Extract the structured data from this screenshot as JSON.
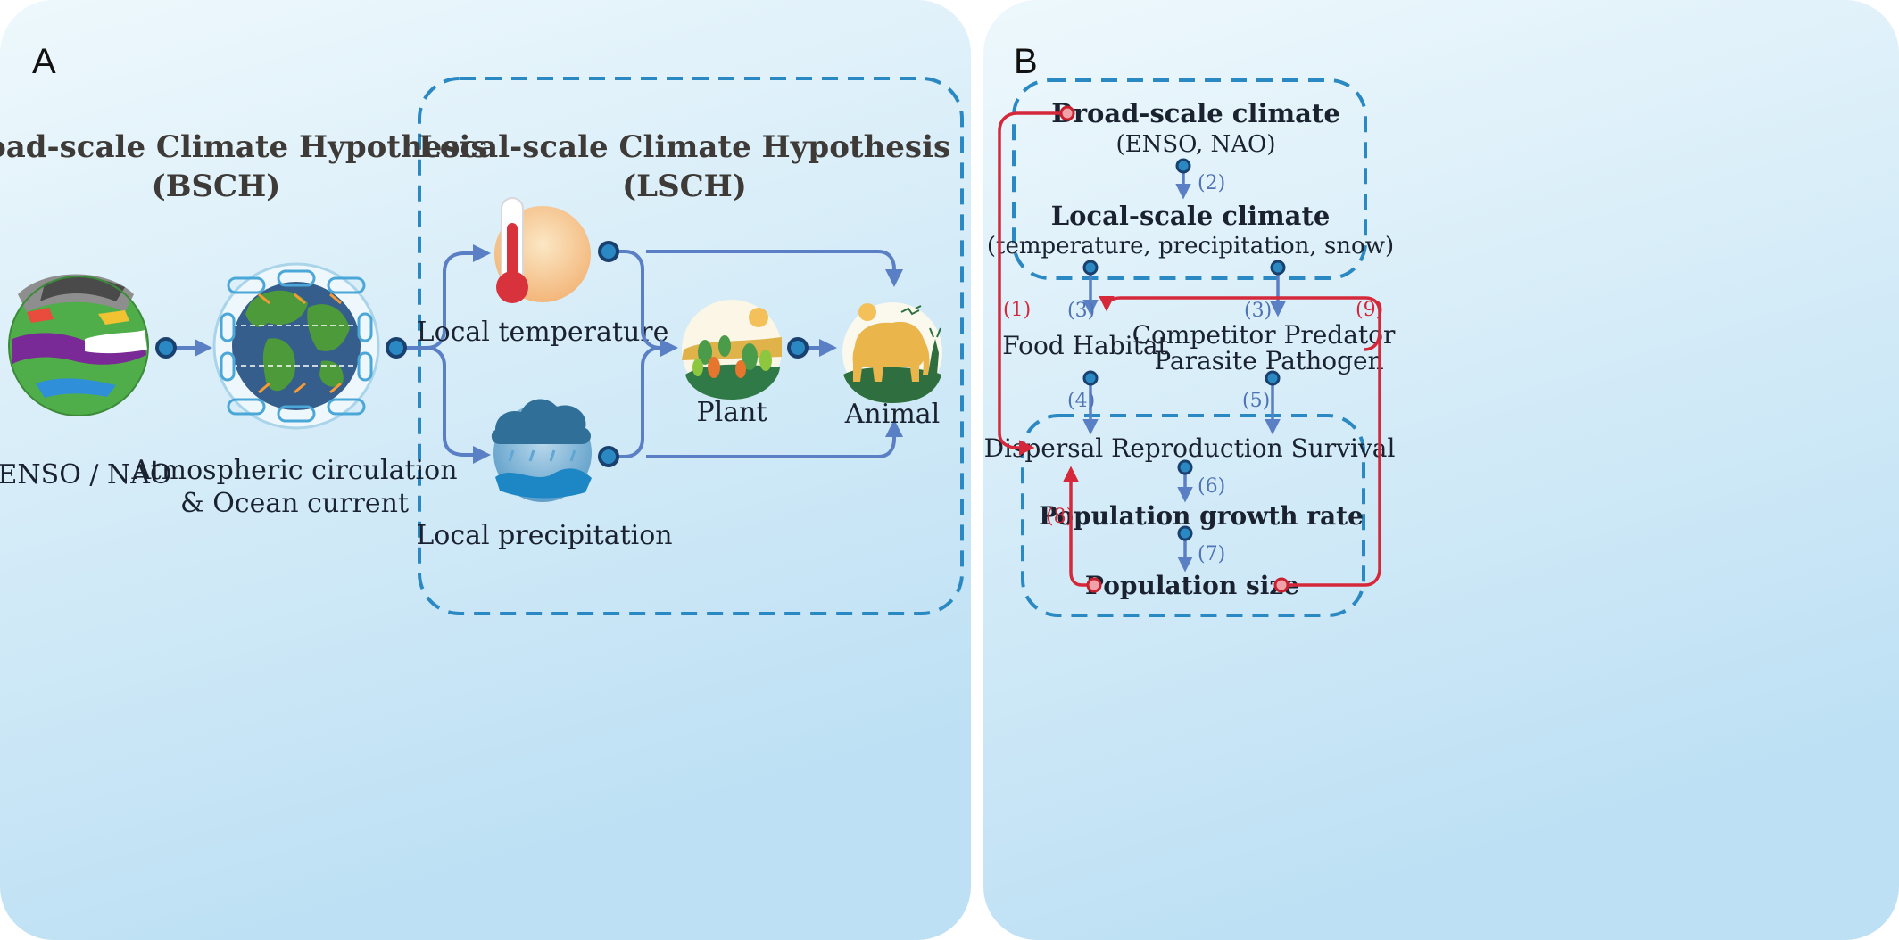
{
  "panel_a": {
    "letter": "A",
    "bsch_title_1": "Broad-scale Climate Hypothesis",
    "bsch_title_2": "(BSCH)",
    "lsch_title_1": "Local-scale Climate Hypothesis",
    "lsch_title_2": "(LSCH)",
    "enso_nao": "ENSO / NAO",
    "atmo_1": "Atmospheric circulation",
    "atmo_2": "& Ocean current",
    "local_temperature": "Local temperature",
    "local_precipitation": "Local precipitation",
    "plant": "Plant",
    "animal": "Animal"
  },
  "panel_b": {
    "letter": "B",
    "broad_scale": "Broad-scale climate",
    "broad_sub": "(ENSO, NAO)",
    "local_scale": "Local-scale climate",
    "local_sub": "(temperature, precipitation, snow)",
    "food_habitat": "Food  Habitat",
    "competitor_predator": "Competitor  Predator",
    "parasite_pathogen": "Parasite  Pathogen",
    "dispersal_row": "Dispersal  Reproduction  Survival",
    "growth_rate": "Population growth rate",
    "population_size": "Population size",
    "n1": "(1)",
    "n2": "(2)",
    "n3a": "(3)",
    "n3b": "(3)",
    "n4": "(4)",
    "n5": "(5)",
    "n6": "(6)",
    "n7": "(7)",
    "n8": "(8)",
    "n9": "(9)"
  },
  "colors": {
    "panel_bg_top": "#e7f4fb",
    "panel_bg_bottom": "#bfe1f4",
    "dash": "#2a89c2",
    "arrow_blue": "#5a7fc4",
    "arrow_red": "#d5283a",
    "title": "#3e3a37"
  }
}
